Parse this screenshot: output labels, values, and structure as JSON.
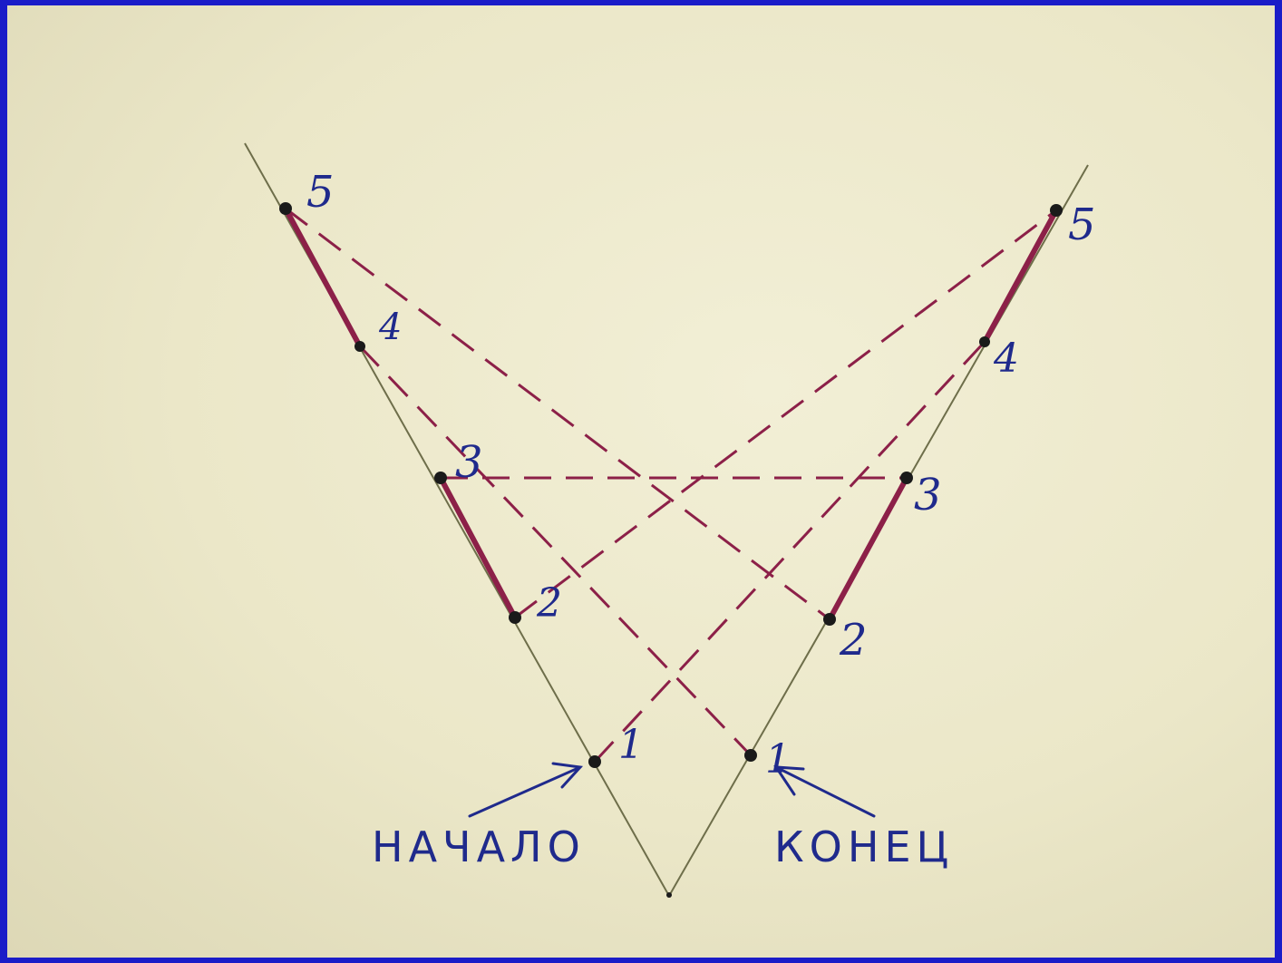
{
  "diagram": {
    "type": "v-angle-string-art-scheme",
    "left_points": [
      "1",
      "2",
      "3",
      "4",
      "5"
    ],
    "right_points": [
      "1",
      "2",
      "3",
      "4",
      "5"
    ],
    "start_label": "НАЧАЛО",
    "end_label": "КОНЕЦ",
    "colors": {
      "background": "#1a1cc8",
      "paper": "#efecd2",
      "guide_line": "#6e6e4a",
      "thread": "#8c2048",
      "labels": "#1f2a8c",
      "dots": "#1a1a1a"
    }
  }
}
